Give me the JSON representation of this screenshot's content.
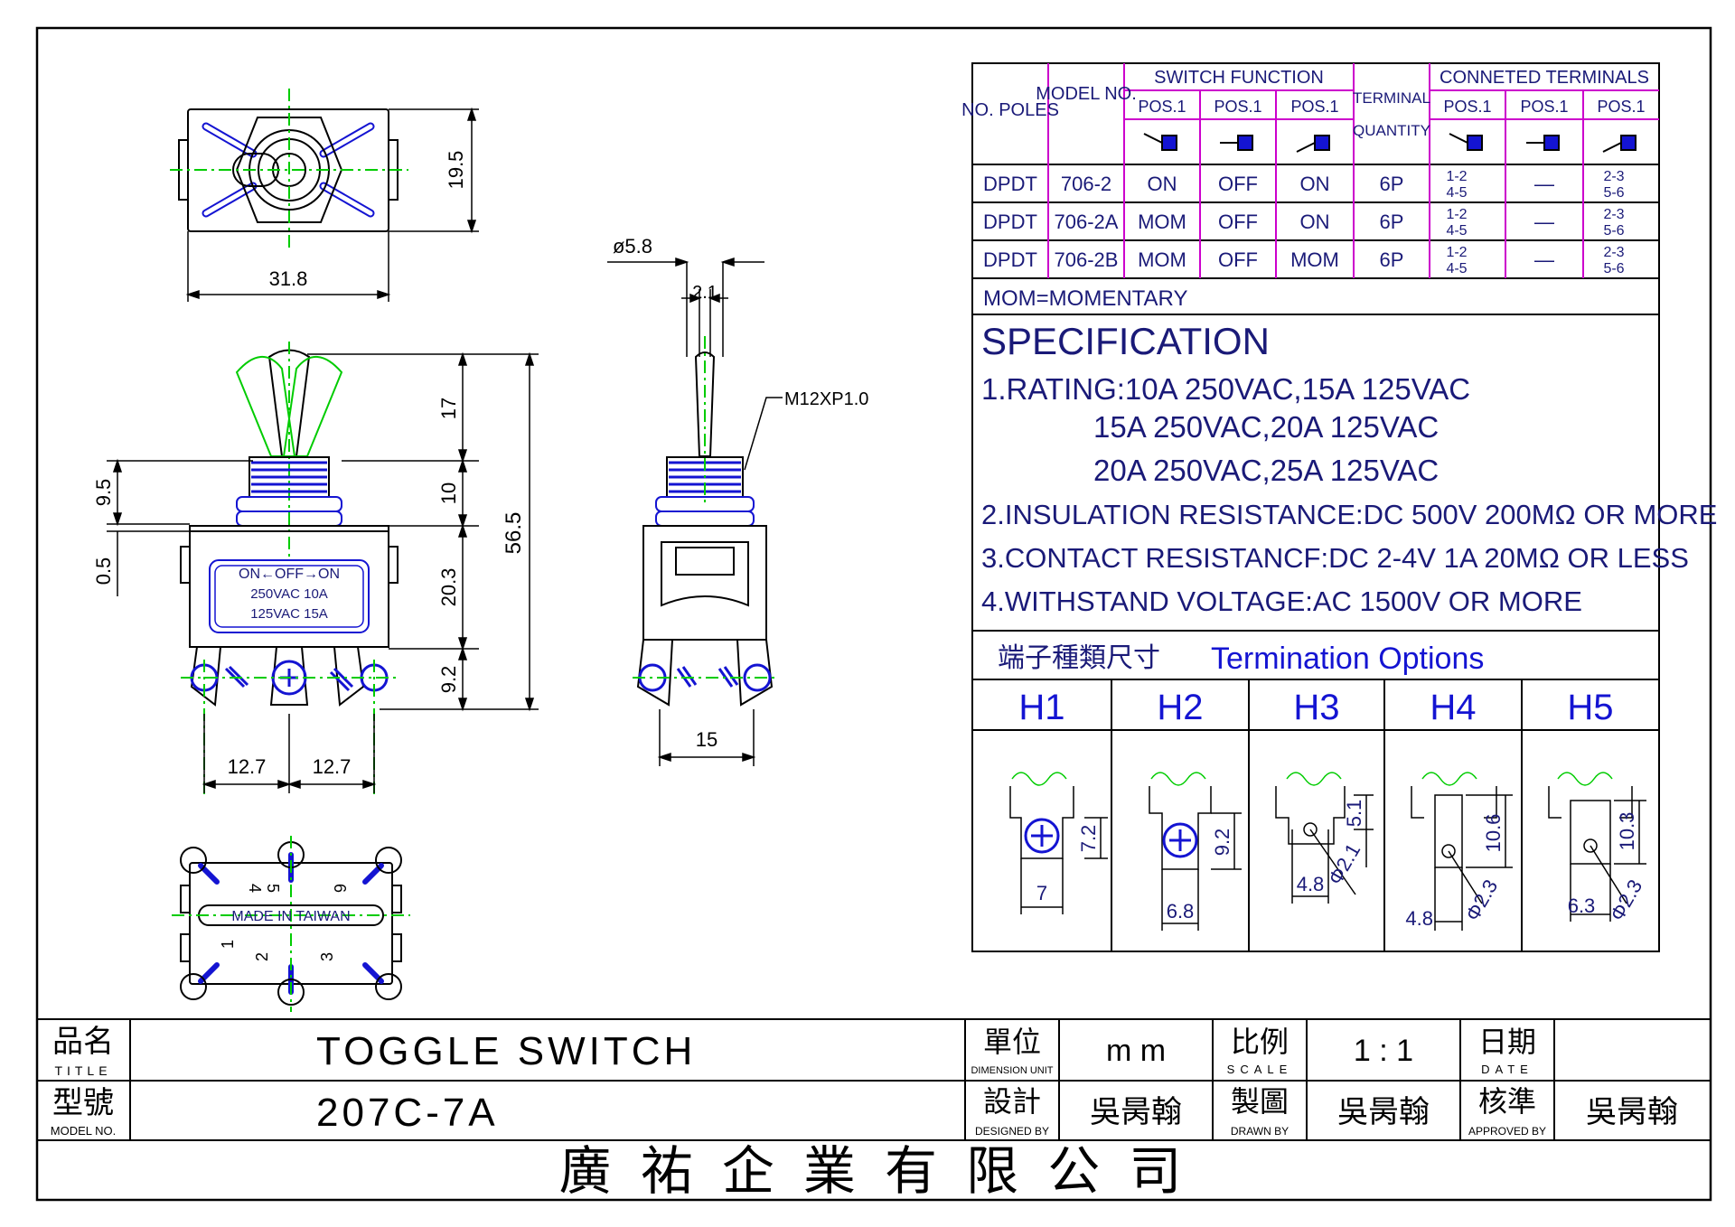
{
  "dimensions": {
    "top_width": "31.8",
    "top_height": "19.5",
    "lever_height": "17",
    "bushing_height": "10",
    "body_height": "20.3",
    "terminal_height": "9.2",
    "overall_height": "56.5",
    "nut_offset": "9.5",
    "plate_offset": "0.5",
    "pitch_left": "12.7",
    "pitch_right": "12.7",
    "lever_diameter": "ø5.8",
    "lever_tip": "2.1",
    "thread": "M12XP1.0",
    "side_width": "15"
  },
  "body_label": {
    "line1": "ON←OFF→ON",
    "line2": "250VAC 10A",
    "line3": "125VAC 15A"
  },
  "bottom_view": {
    "stamp": "MADE IN TAIWAN",
    "terminals": [
      "4",
      "5",
      "6",
      "1",
      "2",
      "3"
    ]
  },
  "table": {
    "headers": {
      "poles": "NO. POLES",
      "model": "MODEL NO.",
      "switch_function": "SWITCH FUNCTION",
      "terminal_qty_1": "TERMINAL",
      "terminal_qty_2": "QUANTITY",
      "connected_terminals": "CONNETED TERMINALS",
      "pos": [
        "POS.1",
        "POS.1",
        "POS.1",
        "POS.1",
        "POS.1",
        "POS.1"
      ]
    },
    "rows": [
      {
        "poles": "DPDT",
        "model": "706-2",
        "f1": "ON",
        "f2": "OFF",
        "f3": "ON",
        "qty": "6P",
        "c1a": "1-2",
        "c1b": "4-5",
        "c2": "—",
        "c3a": "2-3",
        "c3b": "5-6"
      },
      {
        "poles": "DPDT",
        "model": "706-2A",
        "f1": "MOM",
        "f2": "OFF",
        "f3": "ON",
        "qty": "6P",
        "c1a": "1-2",
        "c1b": "4-5",
        "c2": "—",
        "c3a": "2-3",
        "c3b": "5-6"
      },
      {
        "poles": "DPDT",
        "model": "706-2B",
        "f1": "MOM",
        "f2": "OFF",
        "f3": "MOM",
        "qty": "6P",
        "c1a": "1-2",
        "c1b": "4-5",
        "c2": "—",
        "c3a": "2-3",
        "c3b": "5-6"
      }
    ],
    "note": "MOM=MOMENTARY"
  },
  "specification": {
    "title": "SPECIFICATION",
    "lines": [
      "1.RATING:10A  250VAC,15A  125VAC",
      "15A  250VAC,20A  125VAC",
      "20A  250VAC,25A  125VAC",
      "2.INSULATION RESISTANCE:DC  500V  200MΩ  OR  MORE",
      "3.CONTACT  RESISTANCF:DC  2-4V  1A  20MΩ  OR  LESS",
      "4.WITHSTAND  VOLTAGE:AC  1500V  OR  MORE"
    ]
  },
  "termination": {
    "title_cn": "端子種類尺寸",
    "title_en": "Termination  Options",
    "options": [
      {
        "name": "H1",
        "dims": [
          "7",
          "7.2"
        ]
      },
      {
        "name": "H2",
        "dims": [
          "6.8",
          "9.2"
        ]
      },
      {
        "name": "H3",
        "dims": [
          "4.8",
          "5.1",
          "Φ2.1"
        ]
      },
      {
        "name": "H4",
        "dims": [
          "4.8",
          "10.6",
          "Φ2.3"
        ]
      },
      {
        "name": "H5",
        "dims": [
          "6.3",
          "10.3",
          "Φ2.3"
        ]
      }
    ]
  },
  "title_block": {
    "title_cn": "品名",
    "title_en": "TITLE",
    "title_value": "TOGGLE SWITCH",
    "model_cn": "型號",
    "model_en": "MODEL  NO.",
    "model_value": "207C-7A",
    "unit_cn": "單位",
    "unit_en": "DIMENSION UNIT",
    "unit_value": "m m",
    "scale_cn": "比例",
    "scale_en": "SCALE",
    "scale_value": "1 : 1",
    "date_cn": "日期",
    "date_en": "DATE",
    "date_value": "",
    "design_cn": "設計",
    "design_en": "DESIGNED BY",
    "design_value": "吳昺翰",
    "drawn_cn": "製圖",
    "drawn_en": "DRAWN  BY",
    "drawn_value": "吳昺翰",
    "approved_cn": "核準",
    "approved_en": "APPROVED BY",
    "approved_value": "吳昺翰",
    "company": "廣 祐 企 業 有 限 公 司"
  },
  "colors": {
    "line": "#000000",
    "green": "#00cc00",
    "blue": "#1414d2",
    "magenta": "#cc00cc",
    "navy": "#1a1a78"
  }
}
